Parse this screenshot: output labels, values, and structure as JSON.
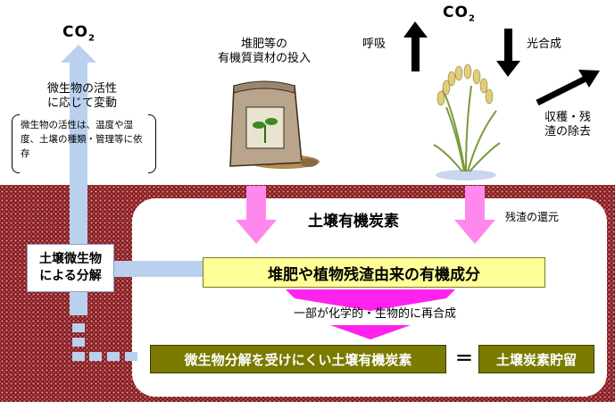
{
  "co2_left": {
    "base": "CO",
    "sub": "2"
  },
  "co2_right": {
    "base": "CO",
    "sub": "2"
  },
  "left_column": {
    "variation_label_line1": "微生物の活性",
    "variation_label_line2": "に応じて変動",
    "note_text": "微生物の活性は、温度や湿度、土壌の種類・管理等に依存",
    "decomposition_line1": "土壌微生物",
    "decomposition_line2": "による分解"
  },
  "compost": {
    "line1": "堆肥等の",
    "line2": "有機質資材の投入"
  },
  "plant": {
    "respiration": "呼吸",
    "photosynthesis": "光合成",
    "harvest_line1": "収穫・残",
    "harvest_line2": "渣の除去",
    "residue_return": "残渣の還元"
  },
  "soil": {
    "title": "土壌有機炭素",
    "organic_component": "堆肥や植物残渣由来の有機成分",
    "resynthesis": "一部が化学的・生物的に再合成",
    "resistant_carbon": "微生物分解を受けにくい土壌有機炭素",
    "equals": "＝",
    "storage": "土壌炭素貯留"
  },
  "colors": {
    "blue_arrow": "#b9d1ee",
    "pink_arrow": "#ff88ee",
    "magenta_arrow": "#ff22ee",
    "soil_brown": "#8a1a1e",
    "yellow_box": "#ffff99",
    "olive_box": "#7a7a00"
  },
  "icons": [
    "compost-bag-icon",
    "rice-plant-icon",
    "arrow-up-icon",
    "arrow-down-icon",
    "arrow-up-right-icon"
  ]
}
